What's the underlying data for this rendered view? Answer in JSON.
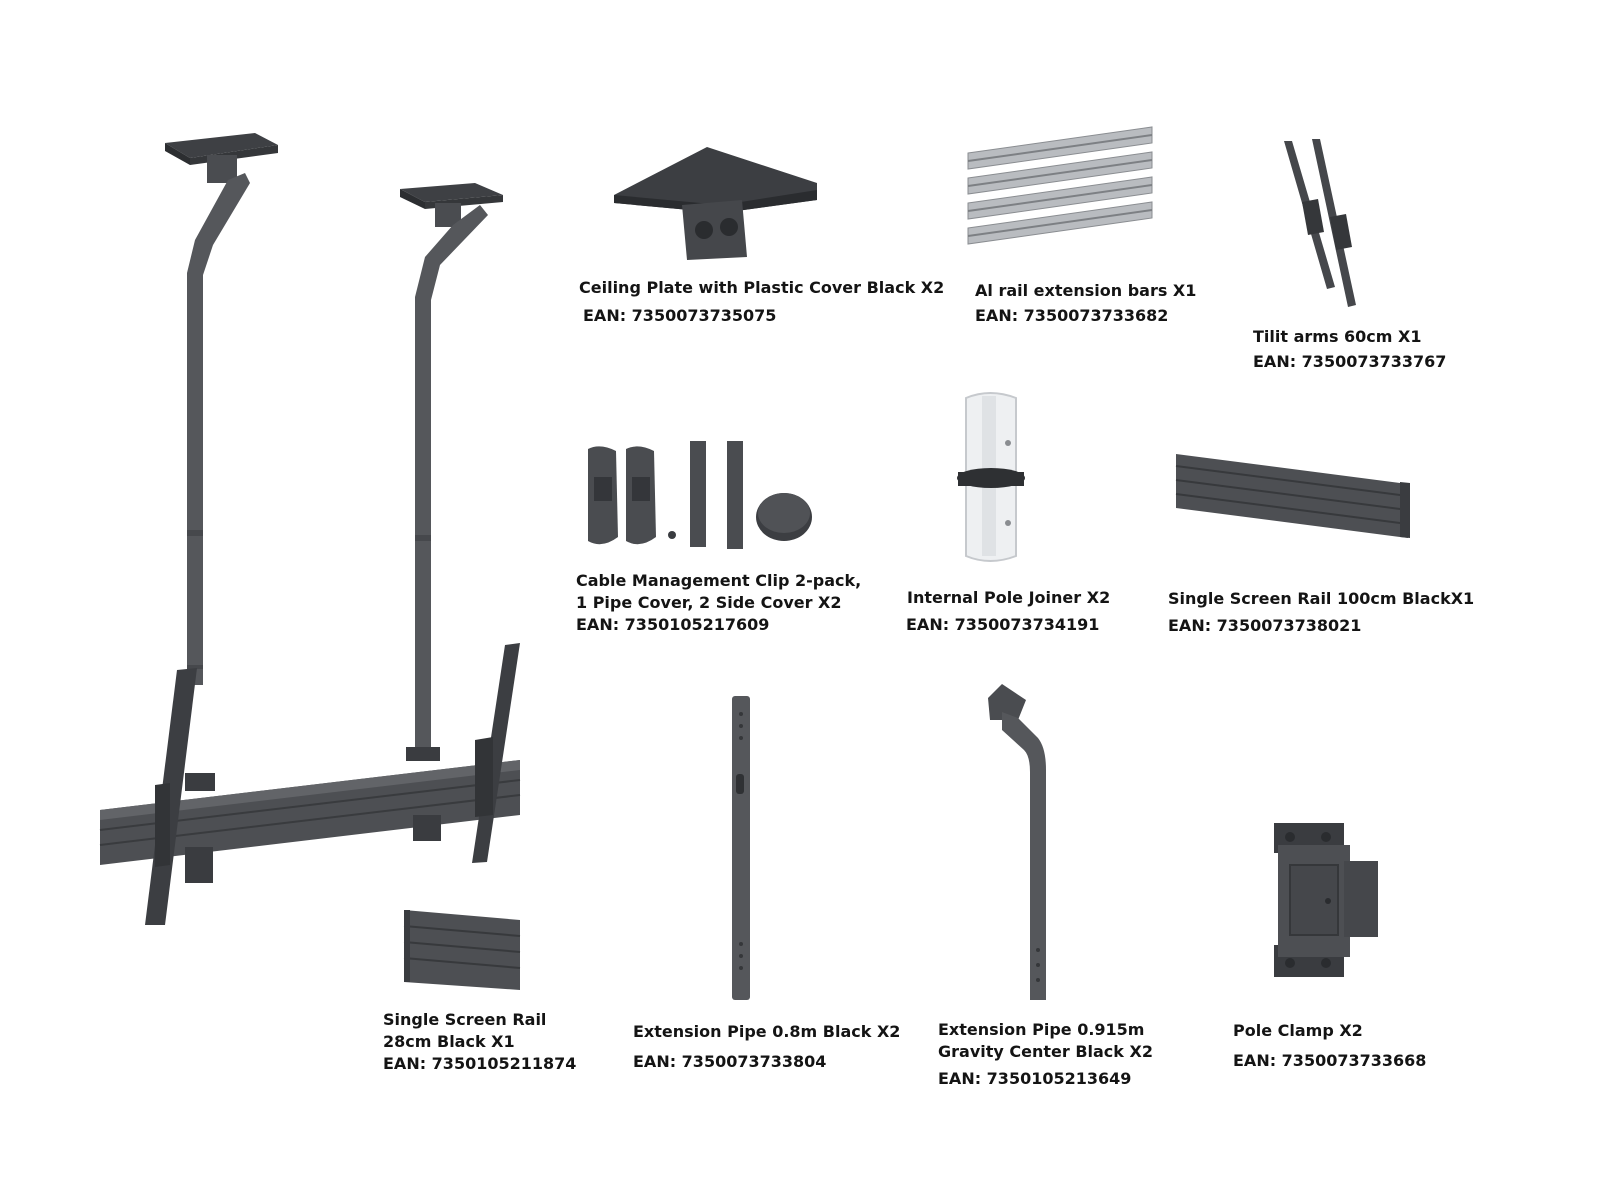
{
  "colors": {
    "metal_dark": "#4a4c50",
    "metal_mid": "#5c5e62",
    "aluminium": "#b9bcc0",
    "white_plastic": "#eef0f2"
  },
  "items": {
    "ceiling_plate": {
      "icon": "ceiling-plate-icon",
      "lines": [
        "Ceiling Plate with Plastic Cover Black X2"
      ],
      "ean": "EAN: 7350073735075"
    },
    "rail_extension": {
      "icon": "rail-extension-bars-icon",
      "lines": [
        "Al rail extension bars X1"
      ],
      "ean": "EAN: 7350073733682"
    },
    "tilt_arms": {
      "icon": "tilt-arms-icon",
      "lines": [
        "Tilit arms 60cm X1"
      ],
      "ean": "EAN: 7350073733767"
    },
    "cable_clip": {
      "icon": "cable-management-clip-icon",
      "lines": [
        "Cable Management Clip 2-pack,",
        "1 Pipe Cover, 2 Side Cover X2"
      ],
      "ean": "EAN: 7350105217609"
    },
    "pole_joiner": {
      "icon": "internal-pole-joiner-icon",
      "lines": [
        "Internal Pole Joiner X2"
      ],
      "ean": "EAN: 7350073734191"
    },
    "rail_100": {
      "icon": "screen-rail-100cm-icon",
      "lines": [
        "Single Screen Rail 100cm BlackX1"
      ],
      "ean": "EAN: 7350073738021"
    },
    "rail_28": {
      "icon": "screen-rail-28cm-icon",
      "lines": [
        "Single Screen Rail",
        "28cm Black X1"
      ],
      "ean": "EAN: 7350105211874"
    },
    "ext_pipe_08": {
      "icon": "extension-pipe-icon",
      "lines": [
        "Extension Pipe 0.8m Black X2"
      ],
      "ean": "EAN: 7350073733804"
    },
    "ext_pipe_0915": {
      "icon": "gravity-center-pipe-icon",
      "lines": [
        "Extension Pipe 0.915m",
        "Gravity Center Black X2"
      ],
      "ean": "EAN: 7350105213649"
    },
    "pole_clamp": {
      "icon": "pole-clamp-icon",
      "lines": [
        "Pole Clamp X2"
      ],
      "ean": "EAN: 7350073733668"
    }
  }
}
